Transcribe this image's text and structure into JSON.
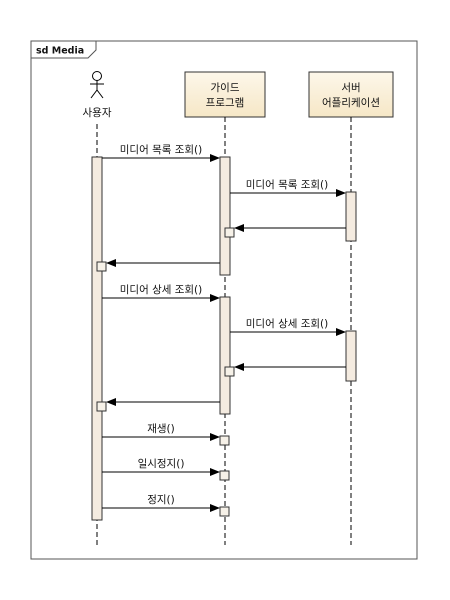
{
  "frame": {
    "title": "sd Media"
  },
  "participants": {
    "user": {
      "name": "사용자"
    },
    "guide": {
      "line1": "가이드",
      "line2": "프로그램"
    },
    "server": {
      "line1": "서버",
      "line2": "어플리케이션"
    }
  },
  "messages": {
    "m1": "미디어 목록 조회()",
    "m2": "미디어 목록 조회()",
    "m3": "미디어 상세 조회()",
    "m4": "미디어 상세 조회()",
    "m5": "재생()",
    "m6": "일시정지()",
    "m7": "정지()"
  },
  "colors": {
    "participant_fill": "#fbf2df",
    "activation_fill": "#f4ebe0",
    "line": "#000000"
  }
}
